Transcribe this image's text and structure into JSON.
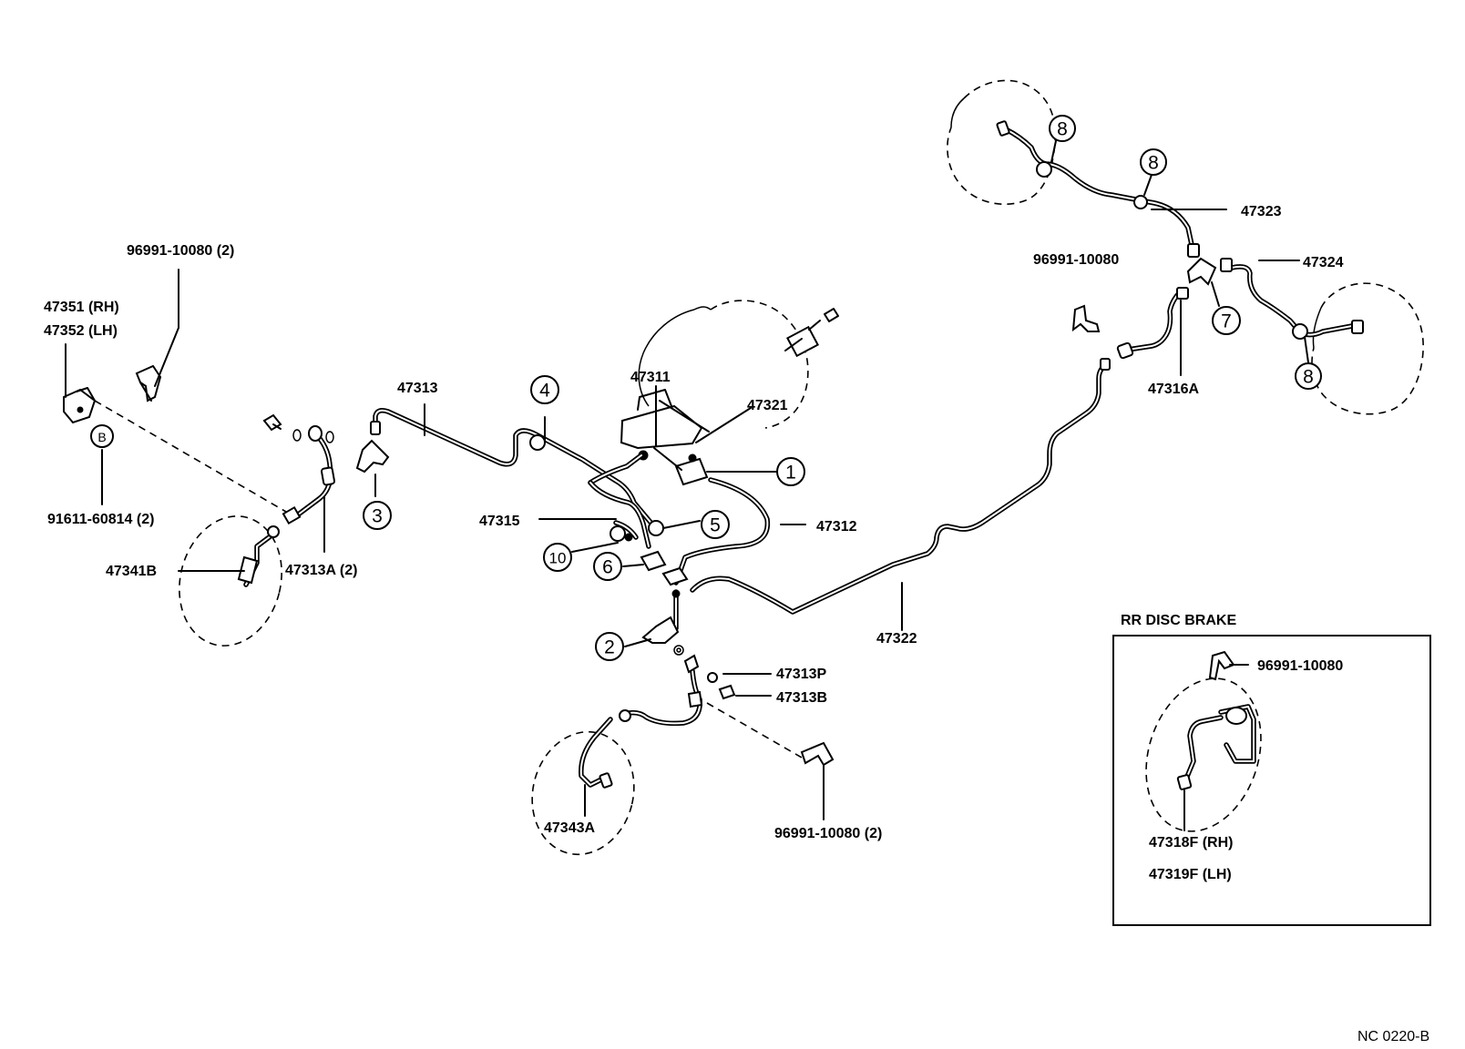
{
  "labels": {
    "p96991_10080_2_top": "96991-10080 (2)",
    "p47351_rh": "47351 (RH)",
    "p47352_lh": "47352 (LH)",
    "p91611_60814_2": "91611-60814 (2)",
    "p47341b": "47341B",
    "p47313a_2": "47313A (2)",
    "p47313": "47313",
    "p47311": "47311",
    "p47321": "47321",
    "p47315": "47315",
    "p47312": "47312",
    "p47322": "47322",
    "p47313p": "47313P",
    "p47313b": "47313B",
    "p47343a": "47343A",
    "p96991_10080_2_bottom": "96991-10080 (2)",
    "p96991_10080_mid": "96991-10080",
    "p47323": "47323",
    "p47324": "47324",
    "p47316a": "47316A",
    "p96991_10080_inset": "96991-10080",
    "p47318f_rh": "47318F (RH)",
    "p47319f_lh": "47319F (LH)"
  },
  "inset": {
    "title": "RR DISC BRAKE"
  },
  "callouts": {
    "c1": "1",
    "c2": "2",
    "c3": "3",
    "c4": "4",
    "c5": "5",
    "c6": "6",
    "c7": "7",
    "c8a": "8",
    "c8b": "8",
    "c8c": "8",
    "c10": "10",
    "cB": "B"
  },
  "footer": {
    "code": "NC  0220-B"
  }
}
